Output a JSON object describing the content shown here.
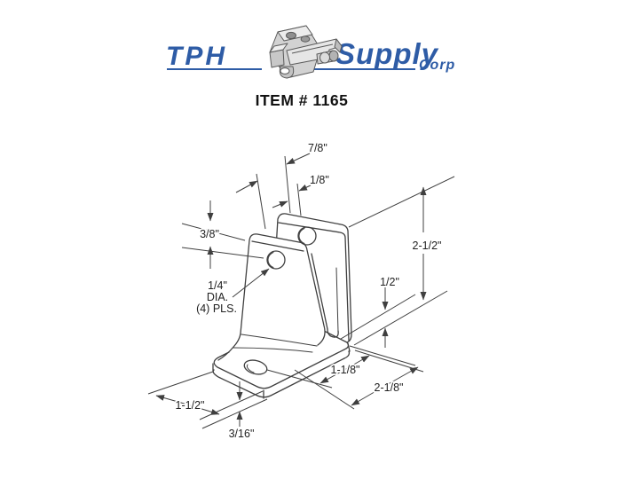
{
  "logo": {
    "tph": "TPH",
    "supply": "Supply",
    "corp": "Corp",
    "brand_blue": "#2e5ca6"
  },
  "header": {
    "item_label": "ITEM # 1165"
  },
  "drawing": {
    "line_color": "#3f3f3f",
    "labels": {
      "ear_gap": "7/8\"",
      "ear_thickness": "1/8\"",
      "hole_offset": "3/8\"",
      "hole_note_line1": "1/4\"",
      "hole_note_line2": "DIA.",
      "hole_note_line3": "(4) PLS.",
      "overall_height": "2-1/2\"",
      "slot_height": "1/2\"",
      "hole_to_edge": "1-1/8\"",
      "base_length": "2-1/8\"",
      "base_width": "1-1/2\"",
      "base_thickness": "3/16\""
    }
  }
}
